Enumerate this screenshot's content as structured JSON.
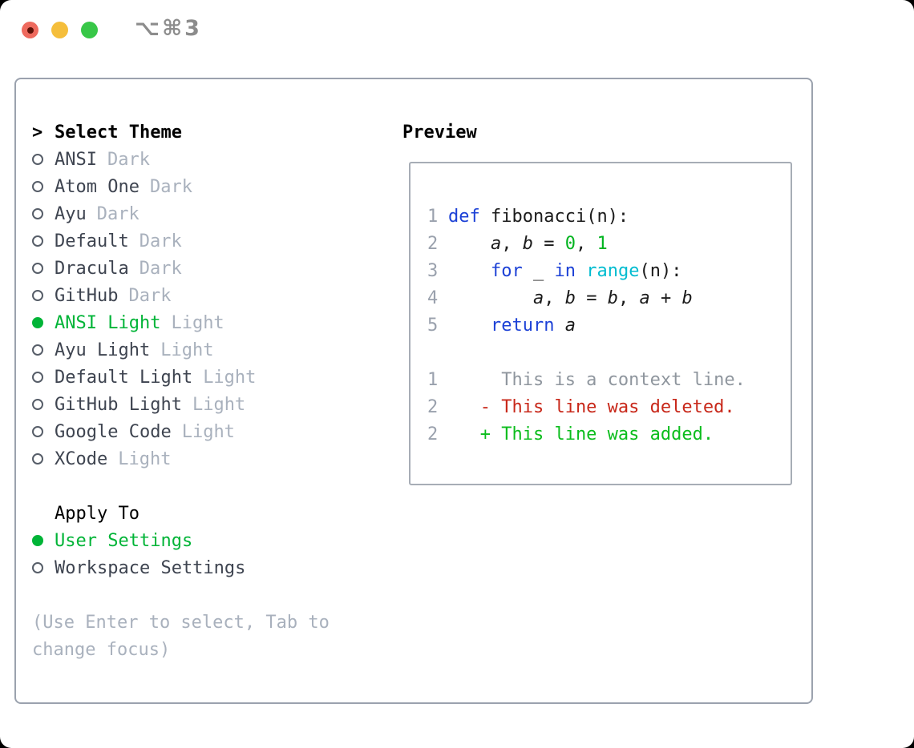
{
  "window": {
    "title": "⌥⌘3"
  },
  "colors": {
    "accent_green": "#00b437",
    "keyword_blue": "#1c41d6",
    "builtin_cyan": "#00bcd0",
    "number_green": "#00b41f",
    "deleted_red": "#c8281a",
    "added_green": "#0cbd1d",
    "muted_gray": "#a9b1bd",
    "panel_border": "#9ba2ae",
    "traffic_red": "#ee6a5e",
    "traffic_yellow": "#f5be3b",
    "traffic_green": "#38c748"
  },
  "theme_menu": {
    "cursor": ">",
    "header": "Select Theme",
    "items": [
      {
        "name": "ANSI",
        "tag": "Dark",
        "selected": false
      },
      {
        "name": "Atom One",
        "tag": "Dark",
        "selected": false
      },
      {
        "name": "Ayu",
        "tag": "Dark",
        "selected": false
      },
      {
        "name": "Default",
        "tag": "Dark",
        "selected": false
      },
      {
        "name": "Dracula",
        "tag": "Dark",
        "selected": false
      },
      {
        "name": "GitHub",
        "tag": "Dark",
        "selected": false
      },
      {
        "name": "ANSI Light",
        "tag": "Light",
        "selected": true
      },
      {
        "name": "Ayu Light",
        "tag": "Light",
        "selected": false
      },
      {
        "name": "Default Light",
        "tag": "Light",
        "selected": false
      },
      {
        "name": "GitHub Light",
        "tag": "Light",
        "selected": false
      },
      {
        "name": "Google Code",
        "tag": "Light",
        "selected": false
      },
      {
        "name": "XCode",
        "tag": "Light",
        "selected": false
      }
    ]
  },
  "apply_to": {
    "header": "Apply To",
    "options": [
      {
        "label": "User Settings",
        "selected": true
      },
      {
        "label": "Workspace Settings",
        "selected": false
      }
    ]
  },
  "hint": {
    "line1": "(Use Enter to select, Tab to",
    "line2": "change focus)"
  },
  "preview": {
    "header": "Preview",
    "code_lines": [
      {
        "no": "1",
        "tokens": [
          [
            "kw",
            "def"
          ],
          [
            "plain",
            " fibonacci(n):"
          ]
        ]
      },
      {
        "no": "2",
        "tokens": [
          [
            "plain",
            "    "
          ],
          [
            "var",
            "a"
          ],
          [
            "plain",
            ", "
          ],
          [
            "var",
            "b"
          ],
          [
            "plain",
            " = "
          ],
          [
            "num",
            "0"
          ],
          [
            "plain",
            ", "
          ],
          [
            "num",
            "1"
          ]
        ]
      },
      {
        "no": "3",
        "tokens": [
          [
            "plain",
            "    "
          ],
          [
            "kw",
            "for"
          ],
          [
            "plain",
            " _ "
          ],
          [
            "kw",
            "in"
          ],
          [
            "plain",
            " "
          ],
          [
            "builtin",
            "range"
          ],
          [
            "plain",
            "(n):"
          ]
        ]
      },
      {
        "no": "4",
        "tokens": [
          [
            "plain",
            "        "
          ],
          [
            "var",
            "a"
          ],
          [
            "plain",
            ", "
          ],
          [
            "var",
            "b"
          ],
          [
            "plain",
            " = "
          ],
          [
            "var",
            "b"
          ],
          [
            "plain",
            ", "
          ],
          [
            "var",
            "a"
          ],
          [
            "plain",
            " + "
          ],
          [
            "var",
            "b"
          ]
        ]
      },
      {
        "no": "5",
        "tokens": [
          [
            "plain",
            "    "
          ],
          [
            "kw",
            "return"
          ],
          [
            "plain",
            " "
          ],
          [
            "var",
            "a"
          ]
        ]
      }
    ],
    "diff_lines": [
      {
        "no": "1",
        "kind": "context",
        "text": "     This is a context line."
      },
      {
        "no": "2",
        "kind": "deleted",
        "text": "   - This line was deleted."
      },
      {
        "no": "2",
        "kind": "added",
        "text": "   + This line was added."
      }
    ]
  }
}
